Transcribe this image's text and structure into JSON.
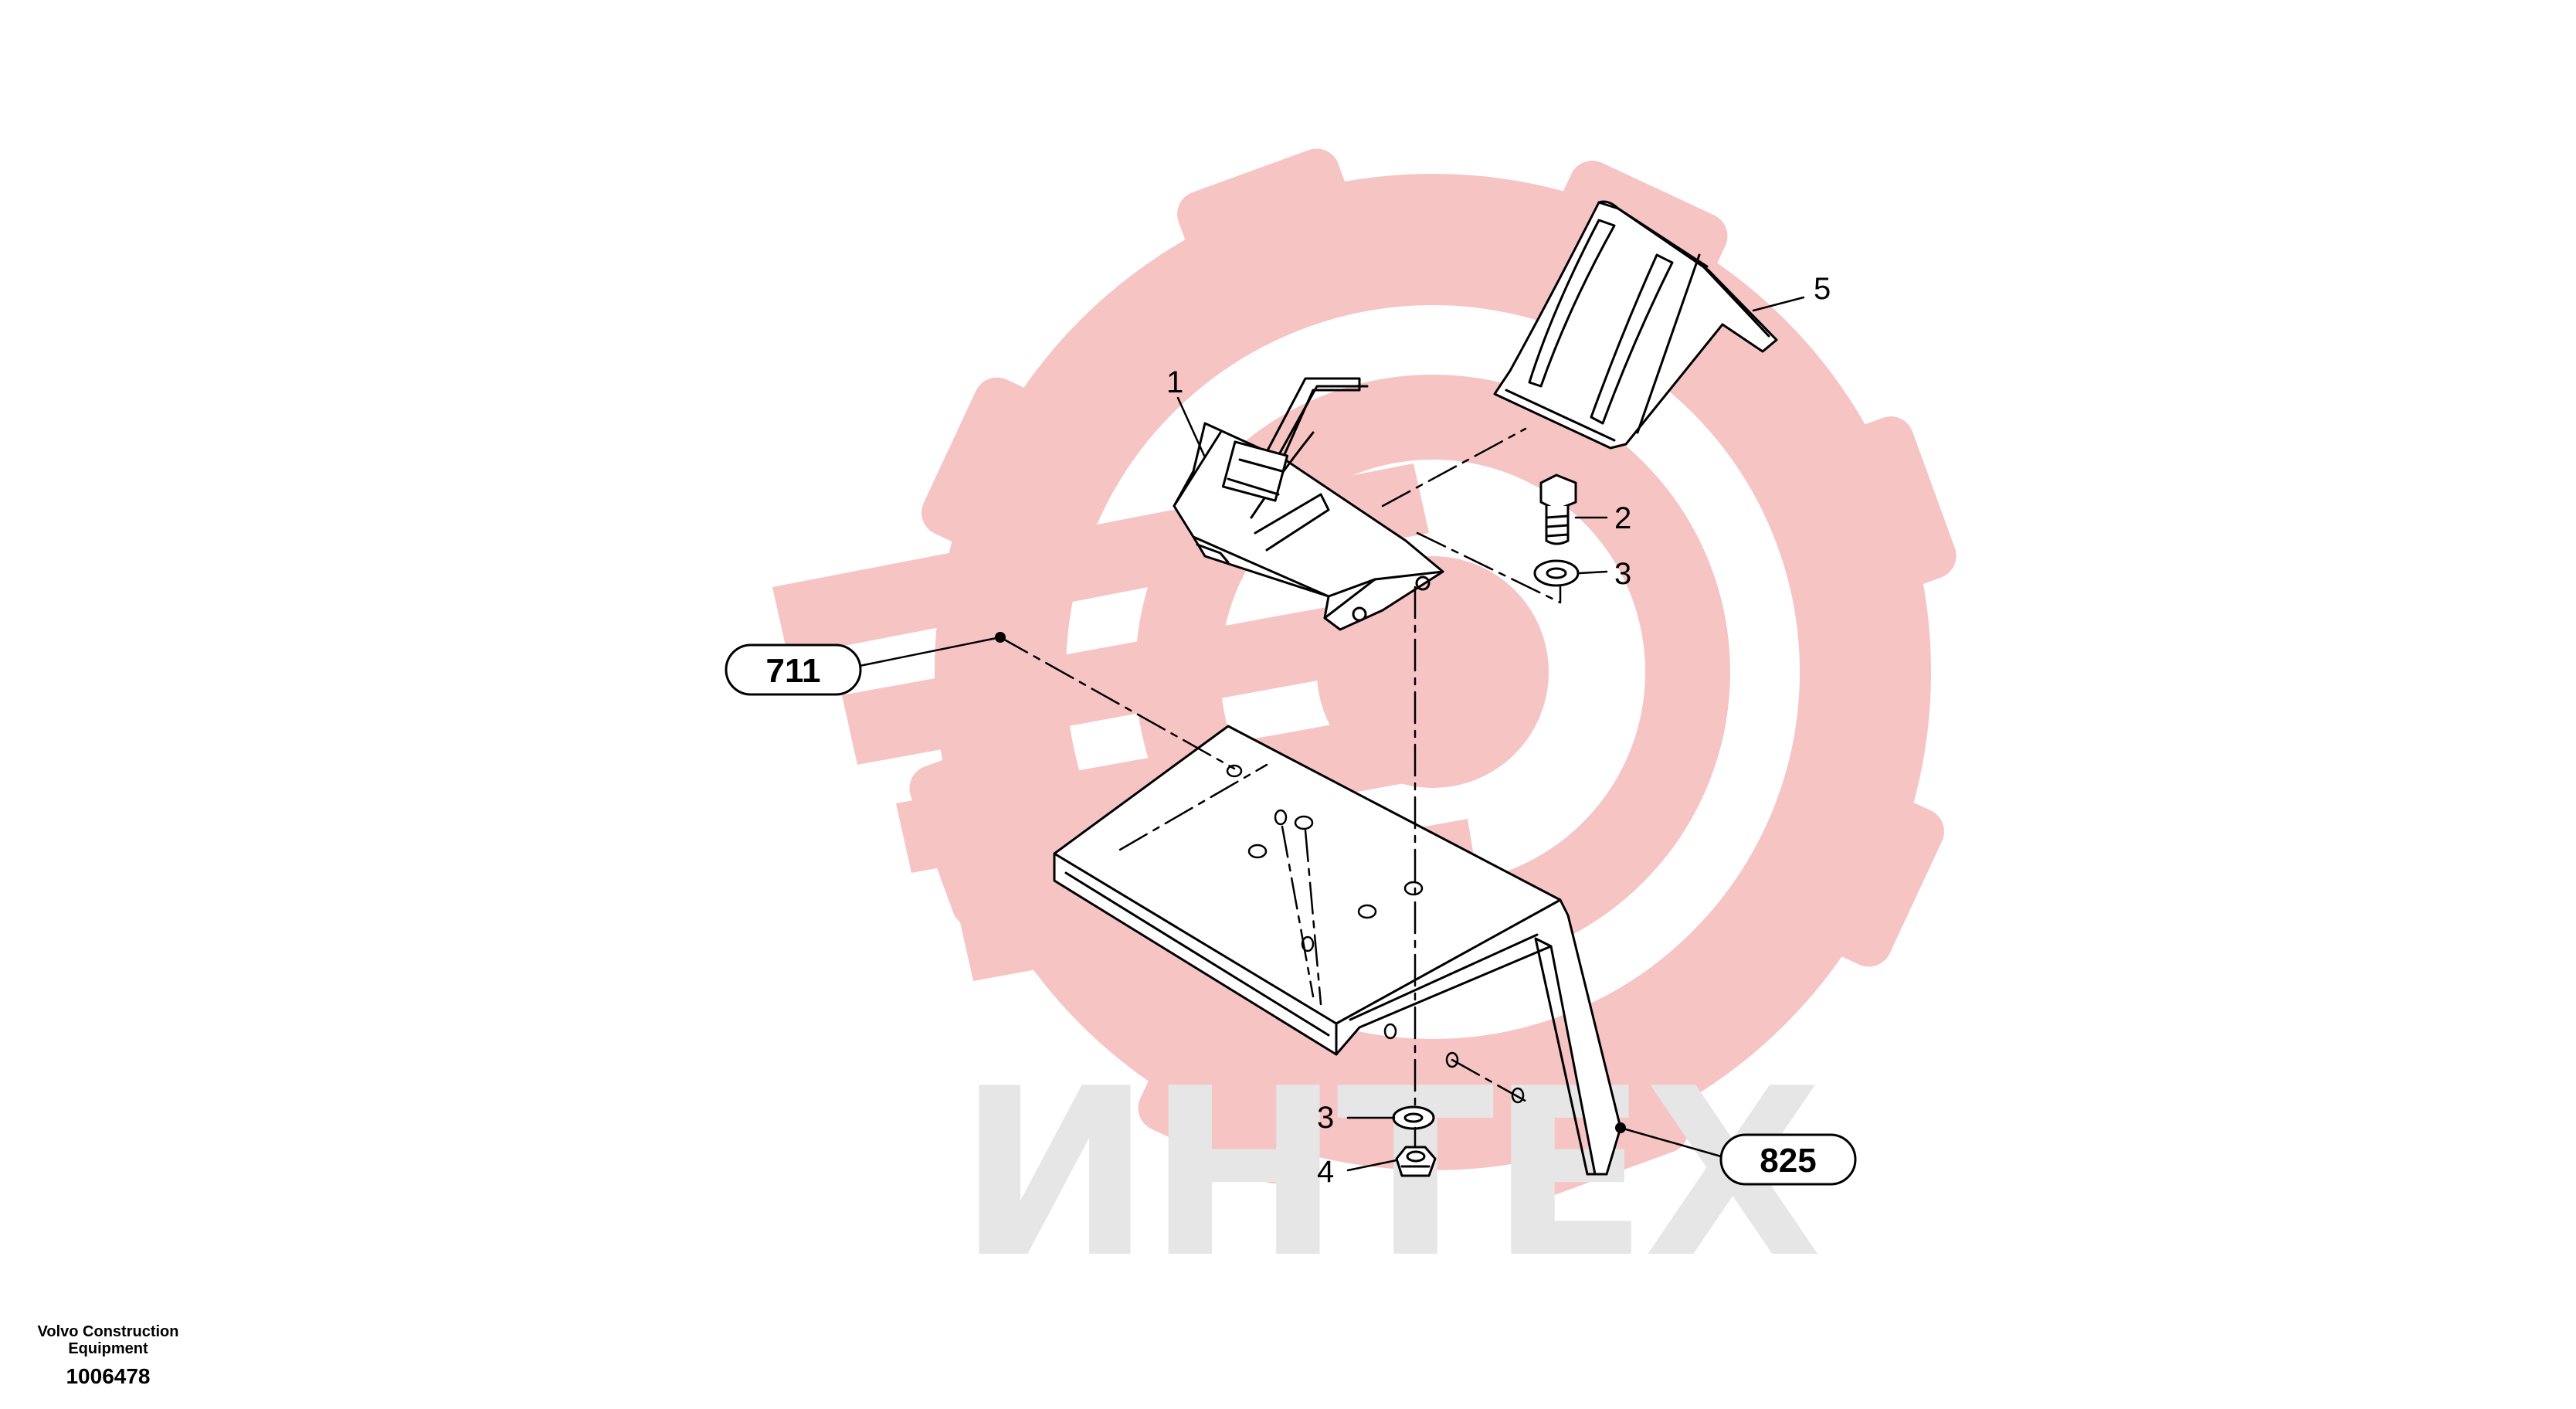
{
  "watermark": {
    "text": "ИНТЕХ",
    "logo_color": "#f7c4c4",
    "text_color": "#e6e6e6"
  },
  "callouts": {
    "part_1": "1",
    "part_2": "2",
    "part_3_top": "3",
    "part_3_bottom": "3",
    "part_4": "4",
    "part_5": "5",
    "ref_711": "711",
    "ref_825": "825"
  },
  "footer": {
    "brand": "Volvo Construction\nEquipment",
    "doc_number": "1006478"
  }
}
